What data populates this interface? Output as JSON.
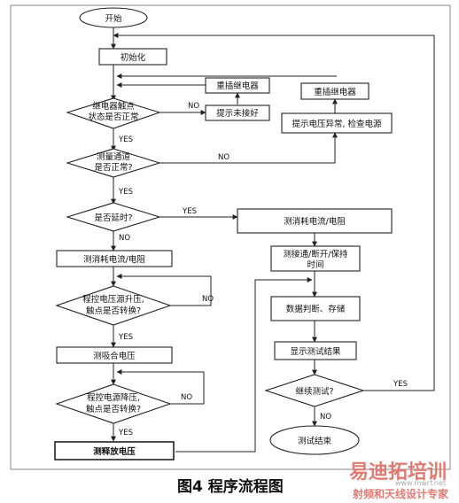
{
  "caption": "图4 程序流程图",
  "nodes": {
    "start": "开始",
    "init": "初始化",
    "relay_check": [
      "继电器触点",
      "状态是否正常"
    ],
    "prompt_bad_contact": "提示未接好",
    "replug_relay_1": "重插继电器",
    "replug_relay_2": "重插继电器",
    "channel_check": [
      "测量通道",
      "是否正常?"
    ],
    "prompt_voltage": "提示电压异常, 检查电源",
    "delay_check": "是否延时?",
    "measure_current_left": "测消耗电流/电阻",
    "measure_current_right": "测消耗电流/电阻",
    "measure_times": [
      "测接通/断开/保持",
      "时间"
    ],
    "raise_voltage": [
      "程控电压源升压,",
      "触点是否转换?"
    ],
    "data_judge": "数据判断、存储",
    "measure_pull_in": "测吸合电压",
    "show_result": "显示测试结果",
    "lower_voltage": [
      "程控电源降压,",
      "触点是否转换?"
    ],
    "continue_test": "继续测试?",
    "measure_release": "测释放电压",
    "end": "测试结束"
  },
  "edge_labels": {
    "relay_no": "NO",
    "relay_yes": "YES",
    "channel_no": "NO",
    "channel_yes": "YES",
    "delay_yes": "YES",
    "delay_no": "NO",
    "raise_no": "NO",
    "raise_yes": "YES",
    "lower_no": "NO",
    "lower_yes": "YES",
    "continue_yes": "YES",
    "continue_no": "NO"
  },
  "watermark": {
    "title": "易迪拓培训",
    "subtitle": "射频和天线设计专家",
    "url": "www.mwrf.net"
  },
  "colors": {
    "frame": "#8a8a8a",
    "line": "#222222",
    "watermark": "#e07b74"
  }
}
